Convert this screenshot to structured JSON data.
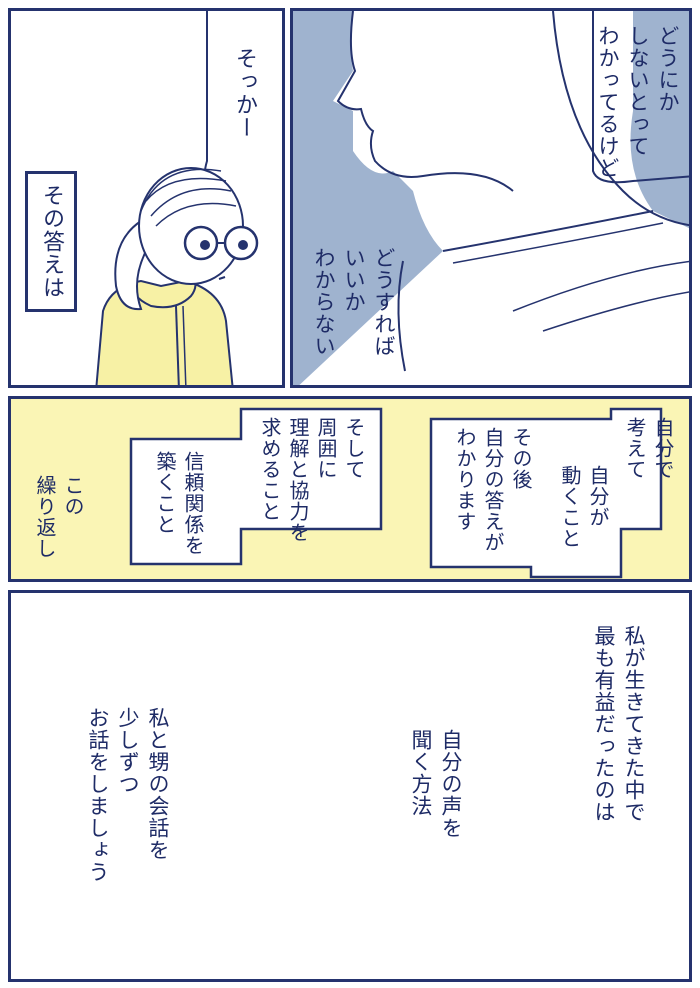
{
  "panel1": {
    "narration": "その答えは",
    "speech": "そっかー"
  },
  "panel2": {
    "speech_top": "どうにか\nしないとって\nわかってるけど",
    "speech_bottom": "どうすれば\nいいか\nわからない"
  },
  "panel3": {
    "box_right": "自分で\n考えて",
    "box_right_mid": "自分が\n動くこと",
    "box_right_left": "その後\n自分の答えが\nわかります",
    "box_left": "そして\n周囲に\n理解と協力を\n求めること",
    "box_left_low": "信頼関係を\n築くこと",
    "loose": "この\n繰り返し"
  },
  "panel4": {
    "text_right": "私が生きてきた中で\n最も有益だったのは",
    "text_mid": "自分の声を\n聞く方法",
    "text_left": "私と甥の会話を\n少しずつ\nお話をしましょう"
  },
  "colors": {
    "ink": "#25336e",
    "shadow": "#9fb3cf",
    "hoodie": "#f7f1a5",
    "panel_bg": "#faf5b5"
  }
}
